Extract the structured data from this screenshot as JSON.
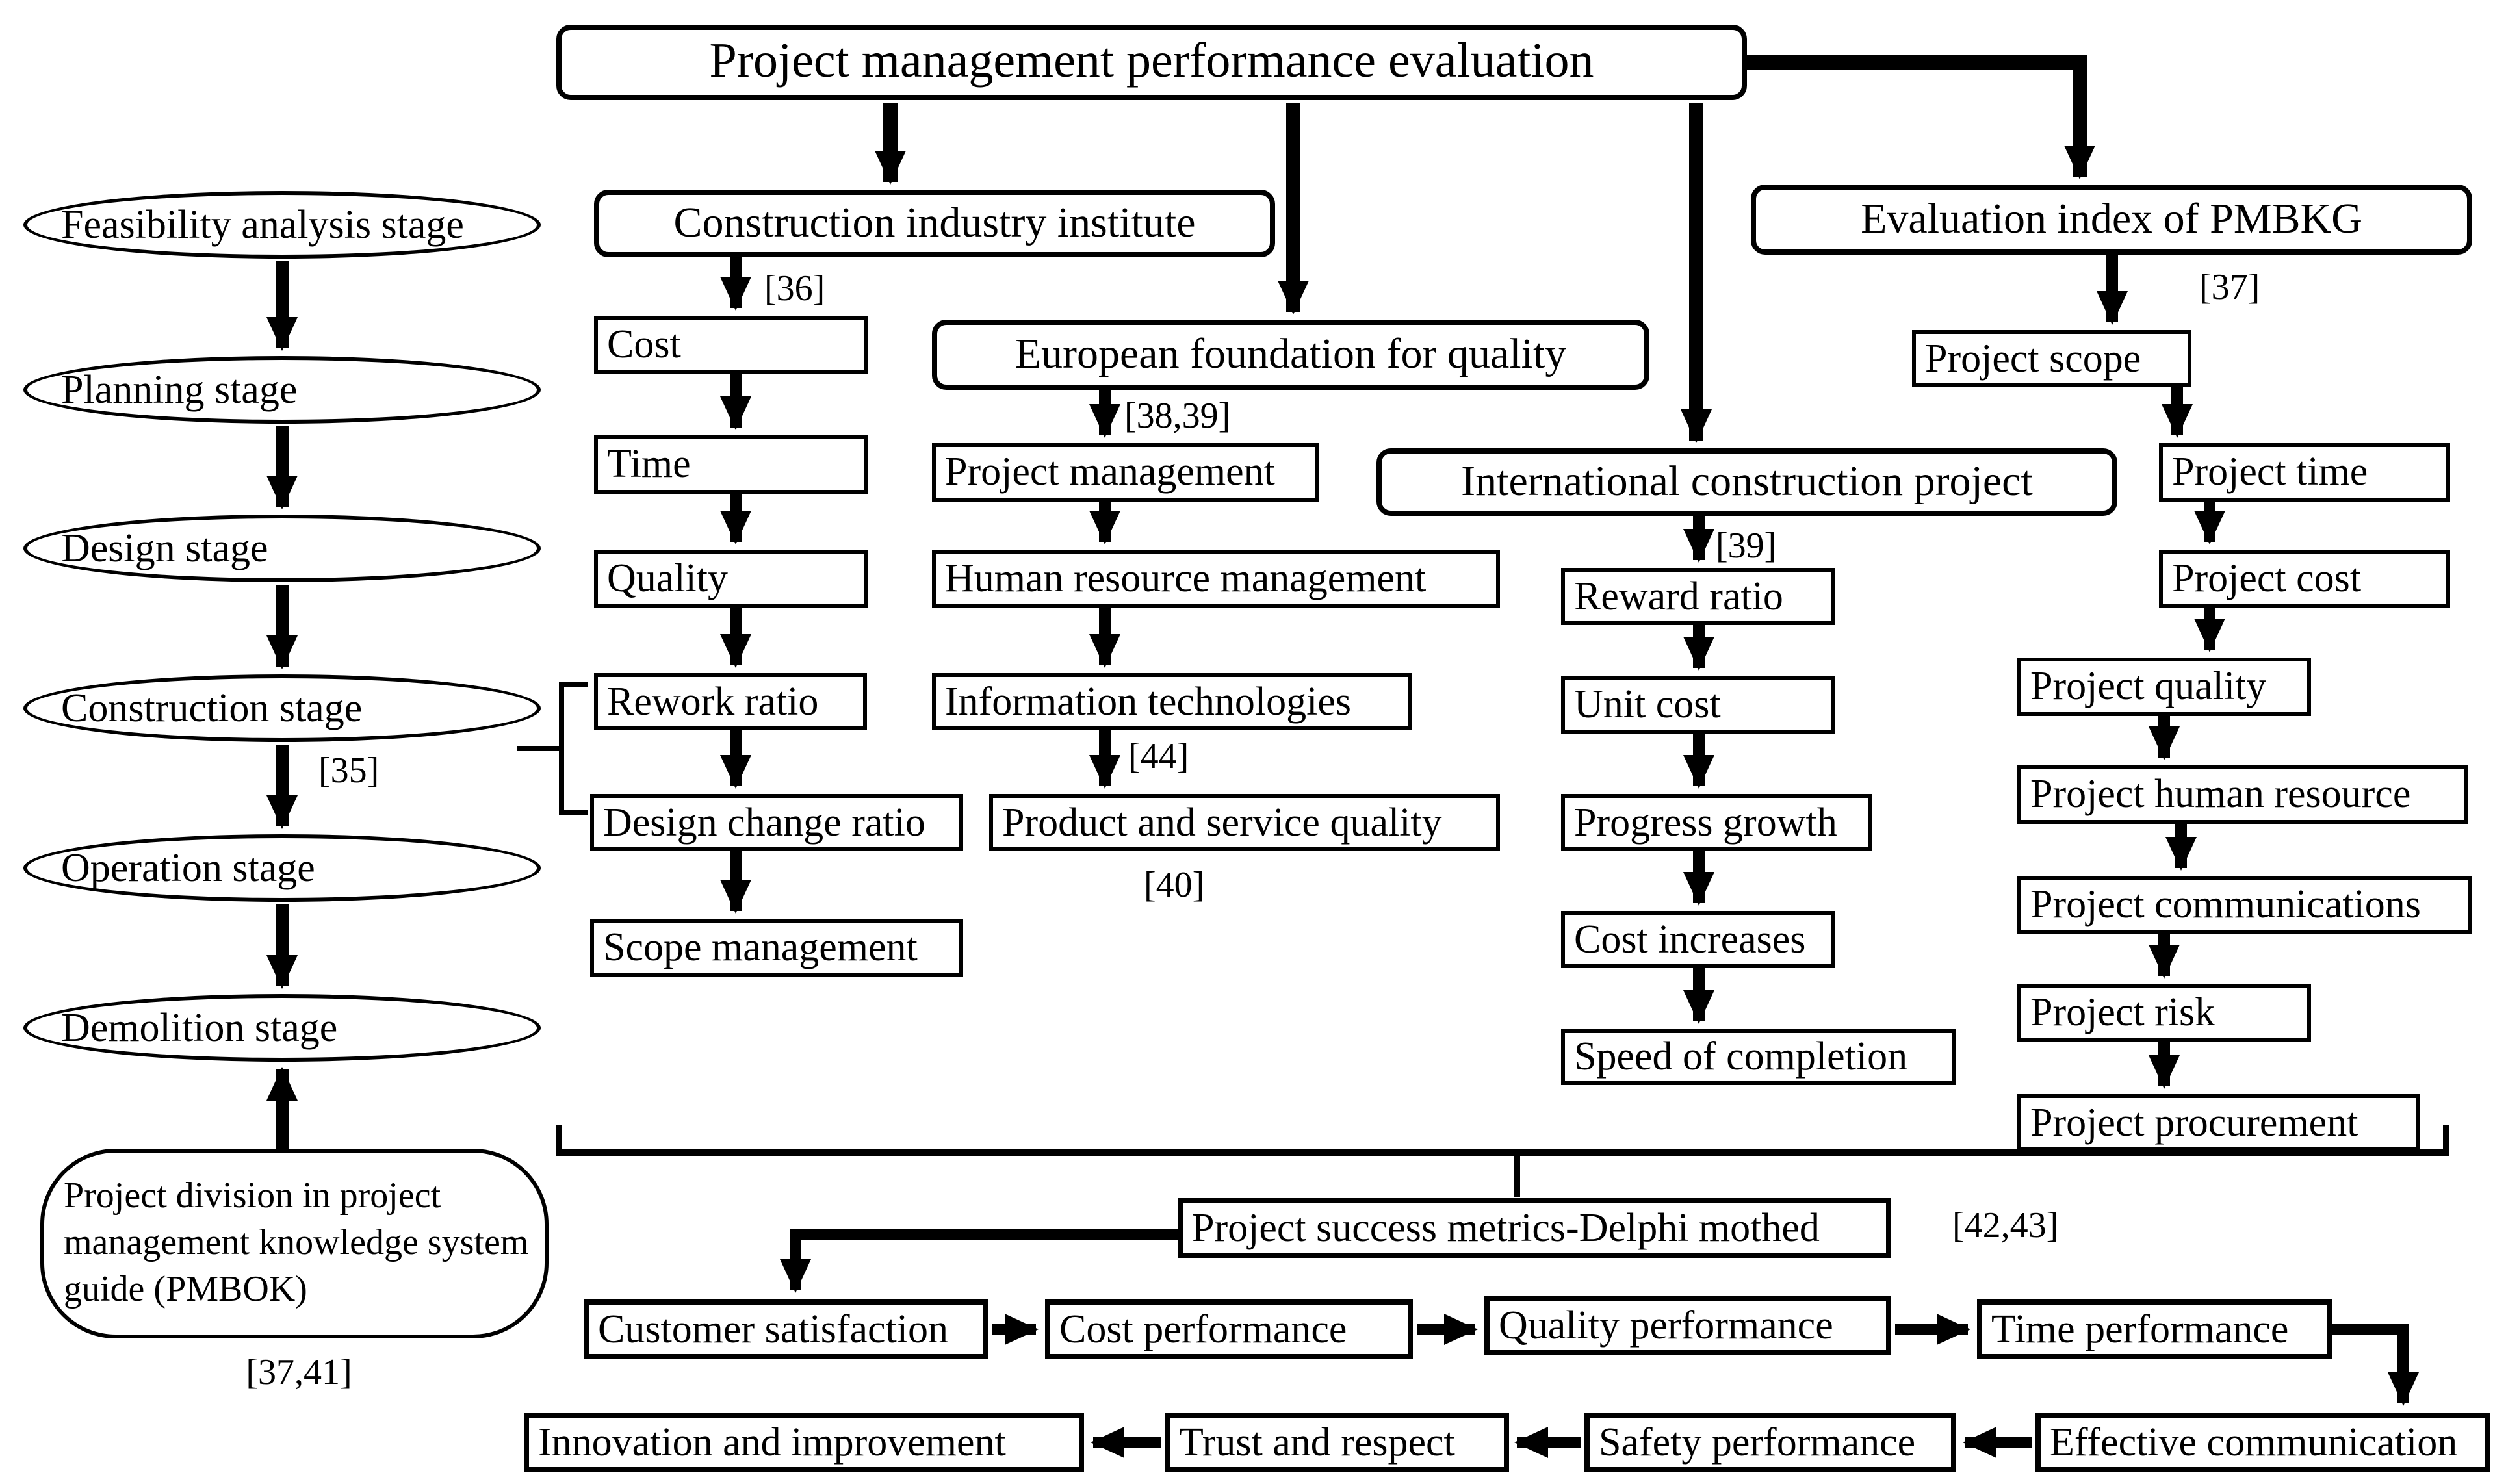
{
  "title": "Project management performance evaluation",
  "lifecycle": {
    "stages": [
      "Feasibility analysis stage",
      "Planning stage",
      "Design stage",
      "Construction stage",
      "Operation stage",
      "Demolition stage"
    ],
    "construction_ref": "[35]",
    "pmbok": "Project division in project management  knowledge system guide (PMBOK)",
    "pmbok_ref": "[37,41]"
  },
  "cii": {
    "label": "Construction industry institute",
    "ref": "[36]",
    "items": [
      "Cost",
      "Time",
      "Quality",
      "Rework ratio",
      "Design change ratio",
      "Scope management"
    ]
  },
  "efq": {
    "label": "European foundation for quality",
    "ref": "[38,39]",
    "it_ref": "[44]",
    "psq_ref": "[40]",
    "items": [
      "Project management",
      "Human resource management",
      "Information technologies",
      "Product and service quality"
    ]
  },
  "icp": {
    "label": "International construction project",
    "ref": "[39]",
    "items": [
      "Reward ratio",
      "Unit cost",
      "Progress growth",
      "Cost increases",
      "Speed of completion"
    ]
  },
  "pmbkg": {
    "label": "Evaluation index of PMBKG",
    "ref": "[37]",
    "items": [
      "Project scope",
      "Project time",
      "Project cost",
      "Project quality",
      "Project human resource",
      "Project communications",
      "Project risk",
      "Project procurement"
    ]
  },
  "delphi": {
    "label": "Project success metrics-Delphi mothed",
    "ref": "[42,43]",
    "row1": [
      "Customer satisfaction",
      "Cost performance",
      "Quality performance",
      "Time performance"
    ],
    "row2": [
      "Innovation and improvement",
      "Trust and respect",
      "Safety performance",
      "Effective communication"
    ]
  }
}
